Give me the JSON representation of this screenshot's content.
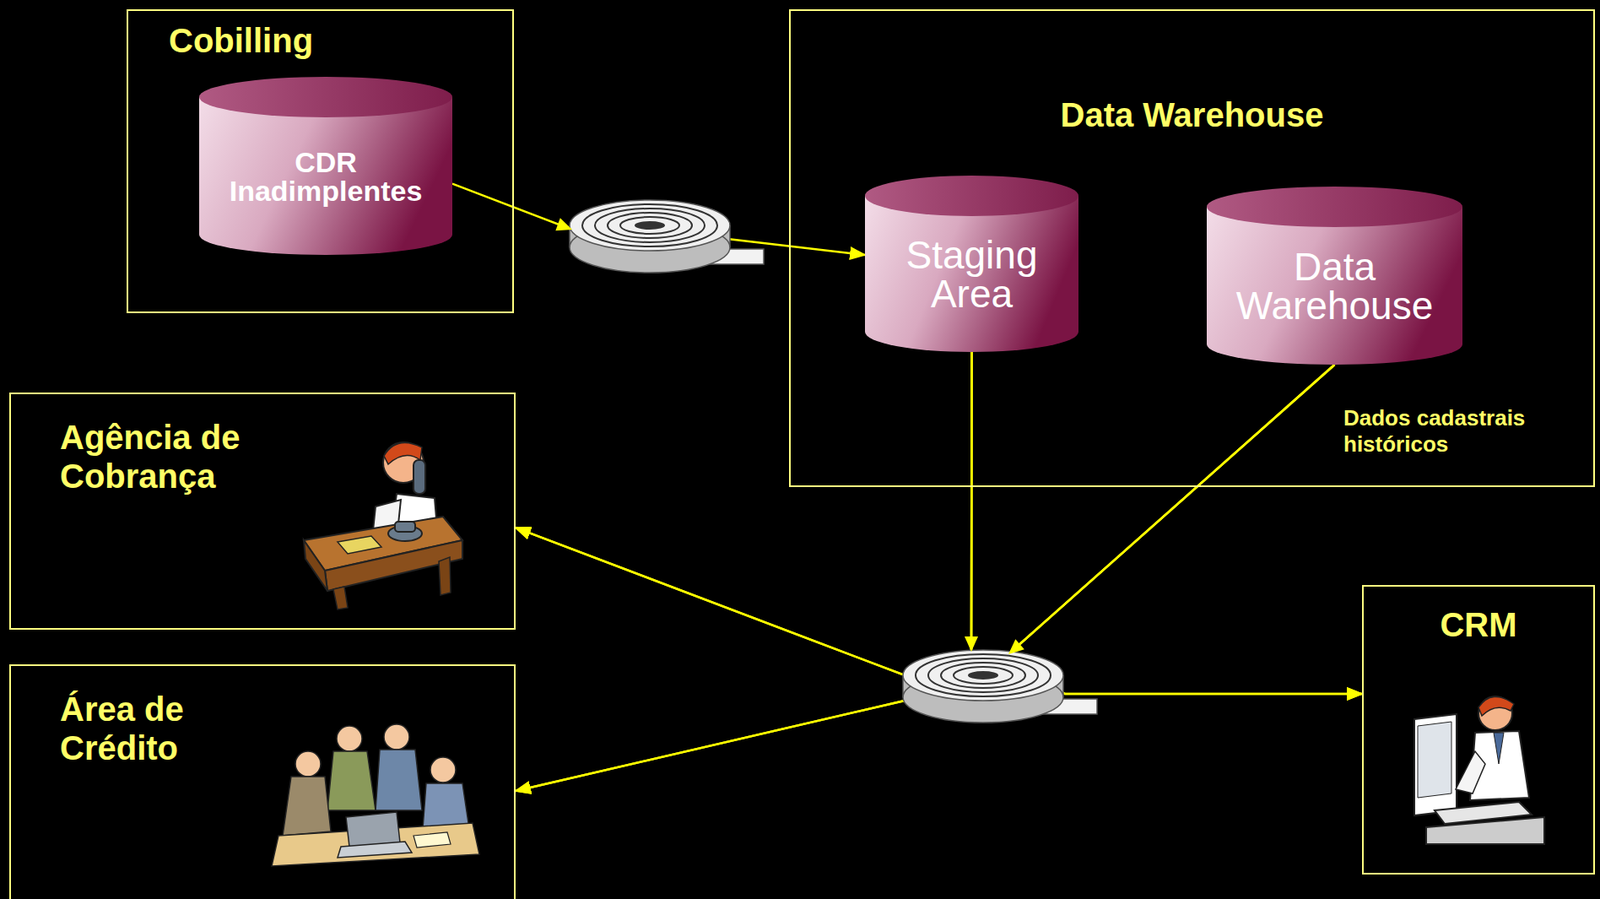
{
  "diagram": {
    "nodes": [
      {
        "text": [
          "Cobilling"
        ]
      },
      {
        "text": [
          "CDR Inadimplentes"
        ],
        "in": 0
      },
      {
        "text": [
          "Data Warehouse"
        ]
      },
      {
        "text": [
          "Staging Area"
        ],
        "in": 2
      },
      {
        "text": [
          "Data Warehouse"
        ],
        "in": 2
      },
      {
        "text": [
          "Agência de Cobrança"
        ]
      },
      {
        "text": [
          "Área de Crédito"
        ]
      },
      {
        "text": [
          "CRM"
        ]
      }
    ],
    "edges": [
      {
        "from": 1,
        "to": 3,
        "arrow": "to"
      },
      {
        "from": 3,
        "to": 5,
        "arrow": "to"
      },
      {
        "from": 3,
        "to": 6,
        "arrow": "to"
      },
      {
        "from": 3,
        "to": 7,
        "arrow": "to"
      },
      {
        "from": 4,
        "to": 5,
        "arrow": "to"
      },
      {
        "from": 4,
        "to": 6,
        "arrow": "to"
      },
      {
        "from": 4,
        "to": 7,
        "arrow": "to"
      }
    ],
    "labels": [
      "Dados cadastrais históricos"
    ]
  }
}
